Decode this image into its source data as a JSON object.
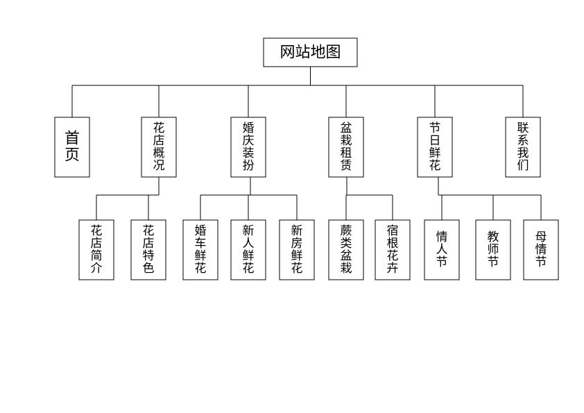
{
  "root": {
    "label": "网站地图"
  },
  "level1": [
    {
      "id": "home",
      "label": "首页"
    },
    {
      "id": "about",
      "label": "花店概况"
    },
    {
      "id": "wedding",
      "label": "婚庆装扮"
    },
    {
      "id": "potted",
      "label": "盆栽租赁"
    },
    {
      "id": "festival",
      "label": "节日鲜花"
    },
    {
      "id": "contact",
      "label": "联系我们"
    }
  ],
  "level2": [
    {
      "id": "about-intro",
      "parent": "about",
      "label": "花店简介"
    },
    {
      "id": "about-feature",
      "parent": "about",
      "label": "花店特色"
    },
    {
      "id": "wedding-car",
      "parent": "wedding",
      "label": "婚车鲜花"
    },
    {
      "id": "wedding-person",
      "parent": "wedding",
      "label": "新人鲜花"
    },
    {
      "id": "wedding-room",
      "parent": "wedding",
      "label": "新房鲜花"
    },
    {
      "id": "potted-fern",
      "parent": "potted",
      "label": "蕨类盆栽"
    },
    {
      "id": "potted-perennial",
      "parent": "potted",
      "label": "宿根花卉"
    },
    {
      "id": "festival-valentine",
      "parent": "festival",
      "label": "情人节"
    },
    {
      "id": "festival-teacher",
      "parent": "festival",
      "label": "教师节"
    },
    {
      "id": "festival-mother",
      "parent": "festival",
      "label": "母情节"
    }
  ]
}
